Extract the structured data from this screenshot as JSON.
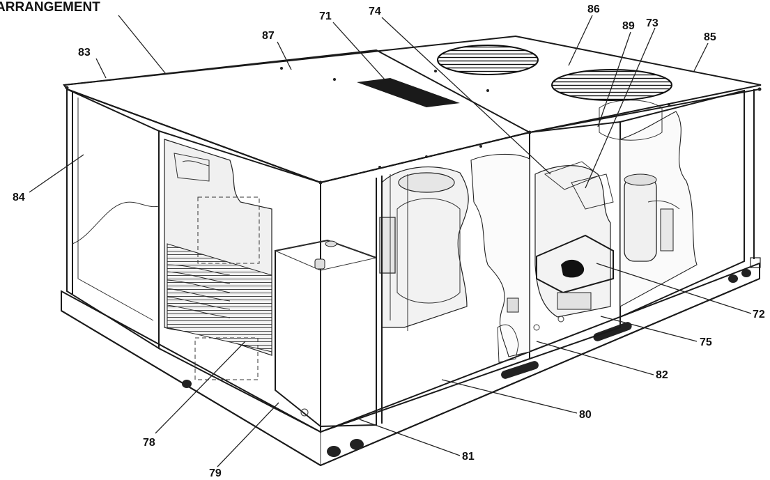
{
  "diagram": {
    "title": "ARRANGEMENT",
    "callouts": [
      "83",
      "87",
      "71",
      "74",
      "86",
      "89",
      "73",
      "85",
      "84",
      "72",
      "75",
      "82",
      "80",
      "81",
      "79",
      "78"
    ]
  }
}
